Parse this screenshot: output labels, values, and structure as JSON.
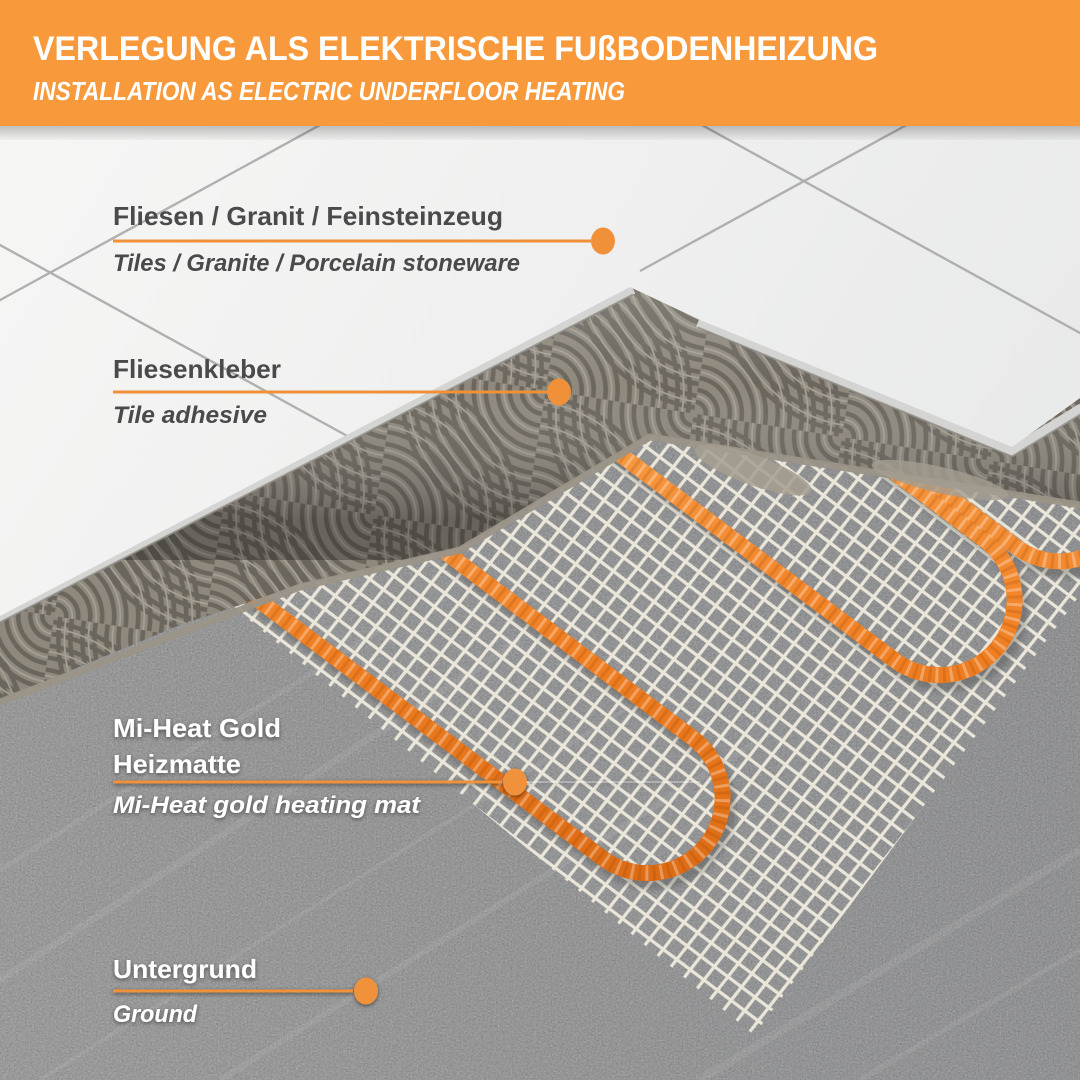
{
  "header": {
    "title": "VERLEGUNG ALS ELEKTRISCHE FUßBODENHEIZUNG",
    "subtitle": "INSTALLATION AS ELECTRIC UNDERFLOOR HEATING"
  },
  "labels": [
    {
      "id": "tiles",
      "de": "Fliesen / Granit / Feinsteinzeug",
      "en": "Tiles / Granite / Porcelain stoneware"
    },
    {
      "id": "tile-adhesive",
      "de": "Fliesenkleber",
      "en": "Tile adhesive"
    },
    {
      "id": "heating-mat",
      "de_lines": [
        "Mi-Heat Gold",
        "Heizmatte"
      ],
      "en": "Mi-Heat gold heating mat"
    },
    {
      "id": "ground",
      "de": "Untergrund",
      "en": "Ground"
    }
  ],
  "colors": {
    "header_bg": "#F89A3C",
    "accent": "#F0913A",
    "label_dark": "#4A4A4A",
    "label_light": "#FFFFFF",
    "cable_light": "#F9A04A",
    "cable_mid": "#F07F22",
    "cable_dark": "#D96812",
    "tile_white": "#F6F6F5",
    "grout": "#A9A9A9",
    "adhesive_base": "#8E887D",
    "adhesive_ridge": "#6B665D",
    "adhesive_crest": "#A59F94",
    "mesh": "#EAE6DA",
    "concrete": "#9FA0A2"
  }
}
